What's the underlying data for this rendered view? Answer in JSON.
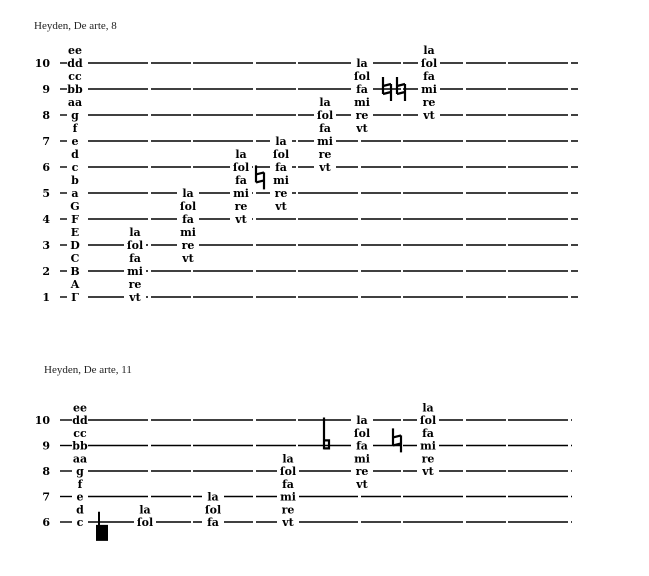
{
  "diagrams": [
    {
      "title": "Heyden, De arte, 8",
      "line_numbers": [
        "10",
        "9",
        "8",
        "7",
        "6",
        "5",
        "4",
        "3",
        "2",
        "1"
      ],
      "line_letters": [
        "dd",
        "bb",
        "g",
        "e",
        "c",
        "a",
        "F",
        "D",
        "B",
        "Γ"
      ],
      "space_letters": [
        "ee",
        "cc",
        "aa",
        "f",
        "d",
        "b",
        "G",
        "E",
        "C",
        "A"
      ],
      "hexachords": [
        {
          "syllables": [
            "vt",
            "re",
            "mi",
            "fa",
            "ſol",
            "la"
          ]
        },
        {
          "syllables": [
            "vt",
            "re",
            "mi",
            "fa",
            "ſol",
            "la"
          ]
        },
        {
          "syllables": [
            "vt",
            "re",
            "mi",
            "fa",
            "ſol",
            "la"
          ]
        },
        {
          "syllables": [
            "vt",
            "re",
            "mi",
            "fa",
            "ſol",
            "la"
          ]
        },
        {
          "syllables": [
            "vt",
            "re",
            "mi",
            "fa",
            "ſol",
            "la"
          ]
        },
        {
          "syllables": [
            "vt",
            "re",
            "mi",
            "fa",
            "ſol",
            "la"
          ]
        },
        {
          "syllables": [
            "vt",
            "re",
            "mi",
            "fa",
            "ſol",
            "la"
          ]
        }
      ],
      "signs": [
        "natural",
        "natural",
        "natural"
      ]
    },
    {
      "title": "Heyden, De arte, 11",
      "line_numbers": [
        "10",
        "9",
        "8",
        "7",
        "6"
      ],
      "line_letters": [
        "dd",
        "bb",
        "g",
        "e",
        "c"
      ],
      "space_letters": [
        "ee",
        "cc",
        "aa",
        "f",
        "d"
      ],
      "hexachords": [
        {
          "syllables": [
            "ſol",
            "la"
          ]
        },
        {
          "syllables": [
            "fa",
            "ſol",
            "la"
          ]
        },
        {
          "syllables": [
            "vt",
            "re",
            "mi",
            "fa",
            "ſol",
            "la"
          ]
        },
        {
          "syllables": [
            "vt",
            "re",
            "mi",
            "fa",
            "ſol",
            "la"
          ]
        },
        {
          "syllables": [
            "vt",
            "re",
            "mi",
            "fa",
            "ſol",
            "la"
          ]
        }
      ],
      "signs": [
        "clef-mark",
        "flat-stem",
        "natural"
      ]
    }
  ]
}
